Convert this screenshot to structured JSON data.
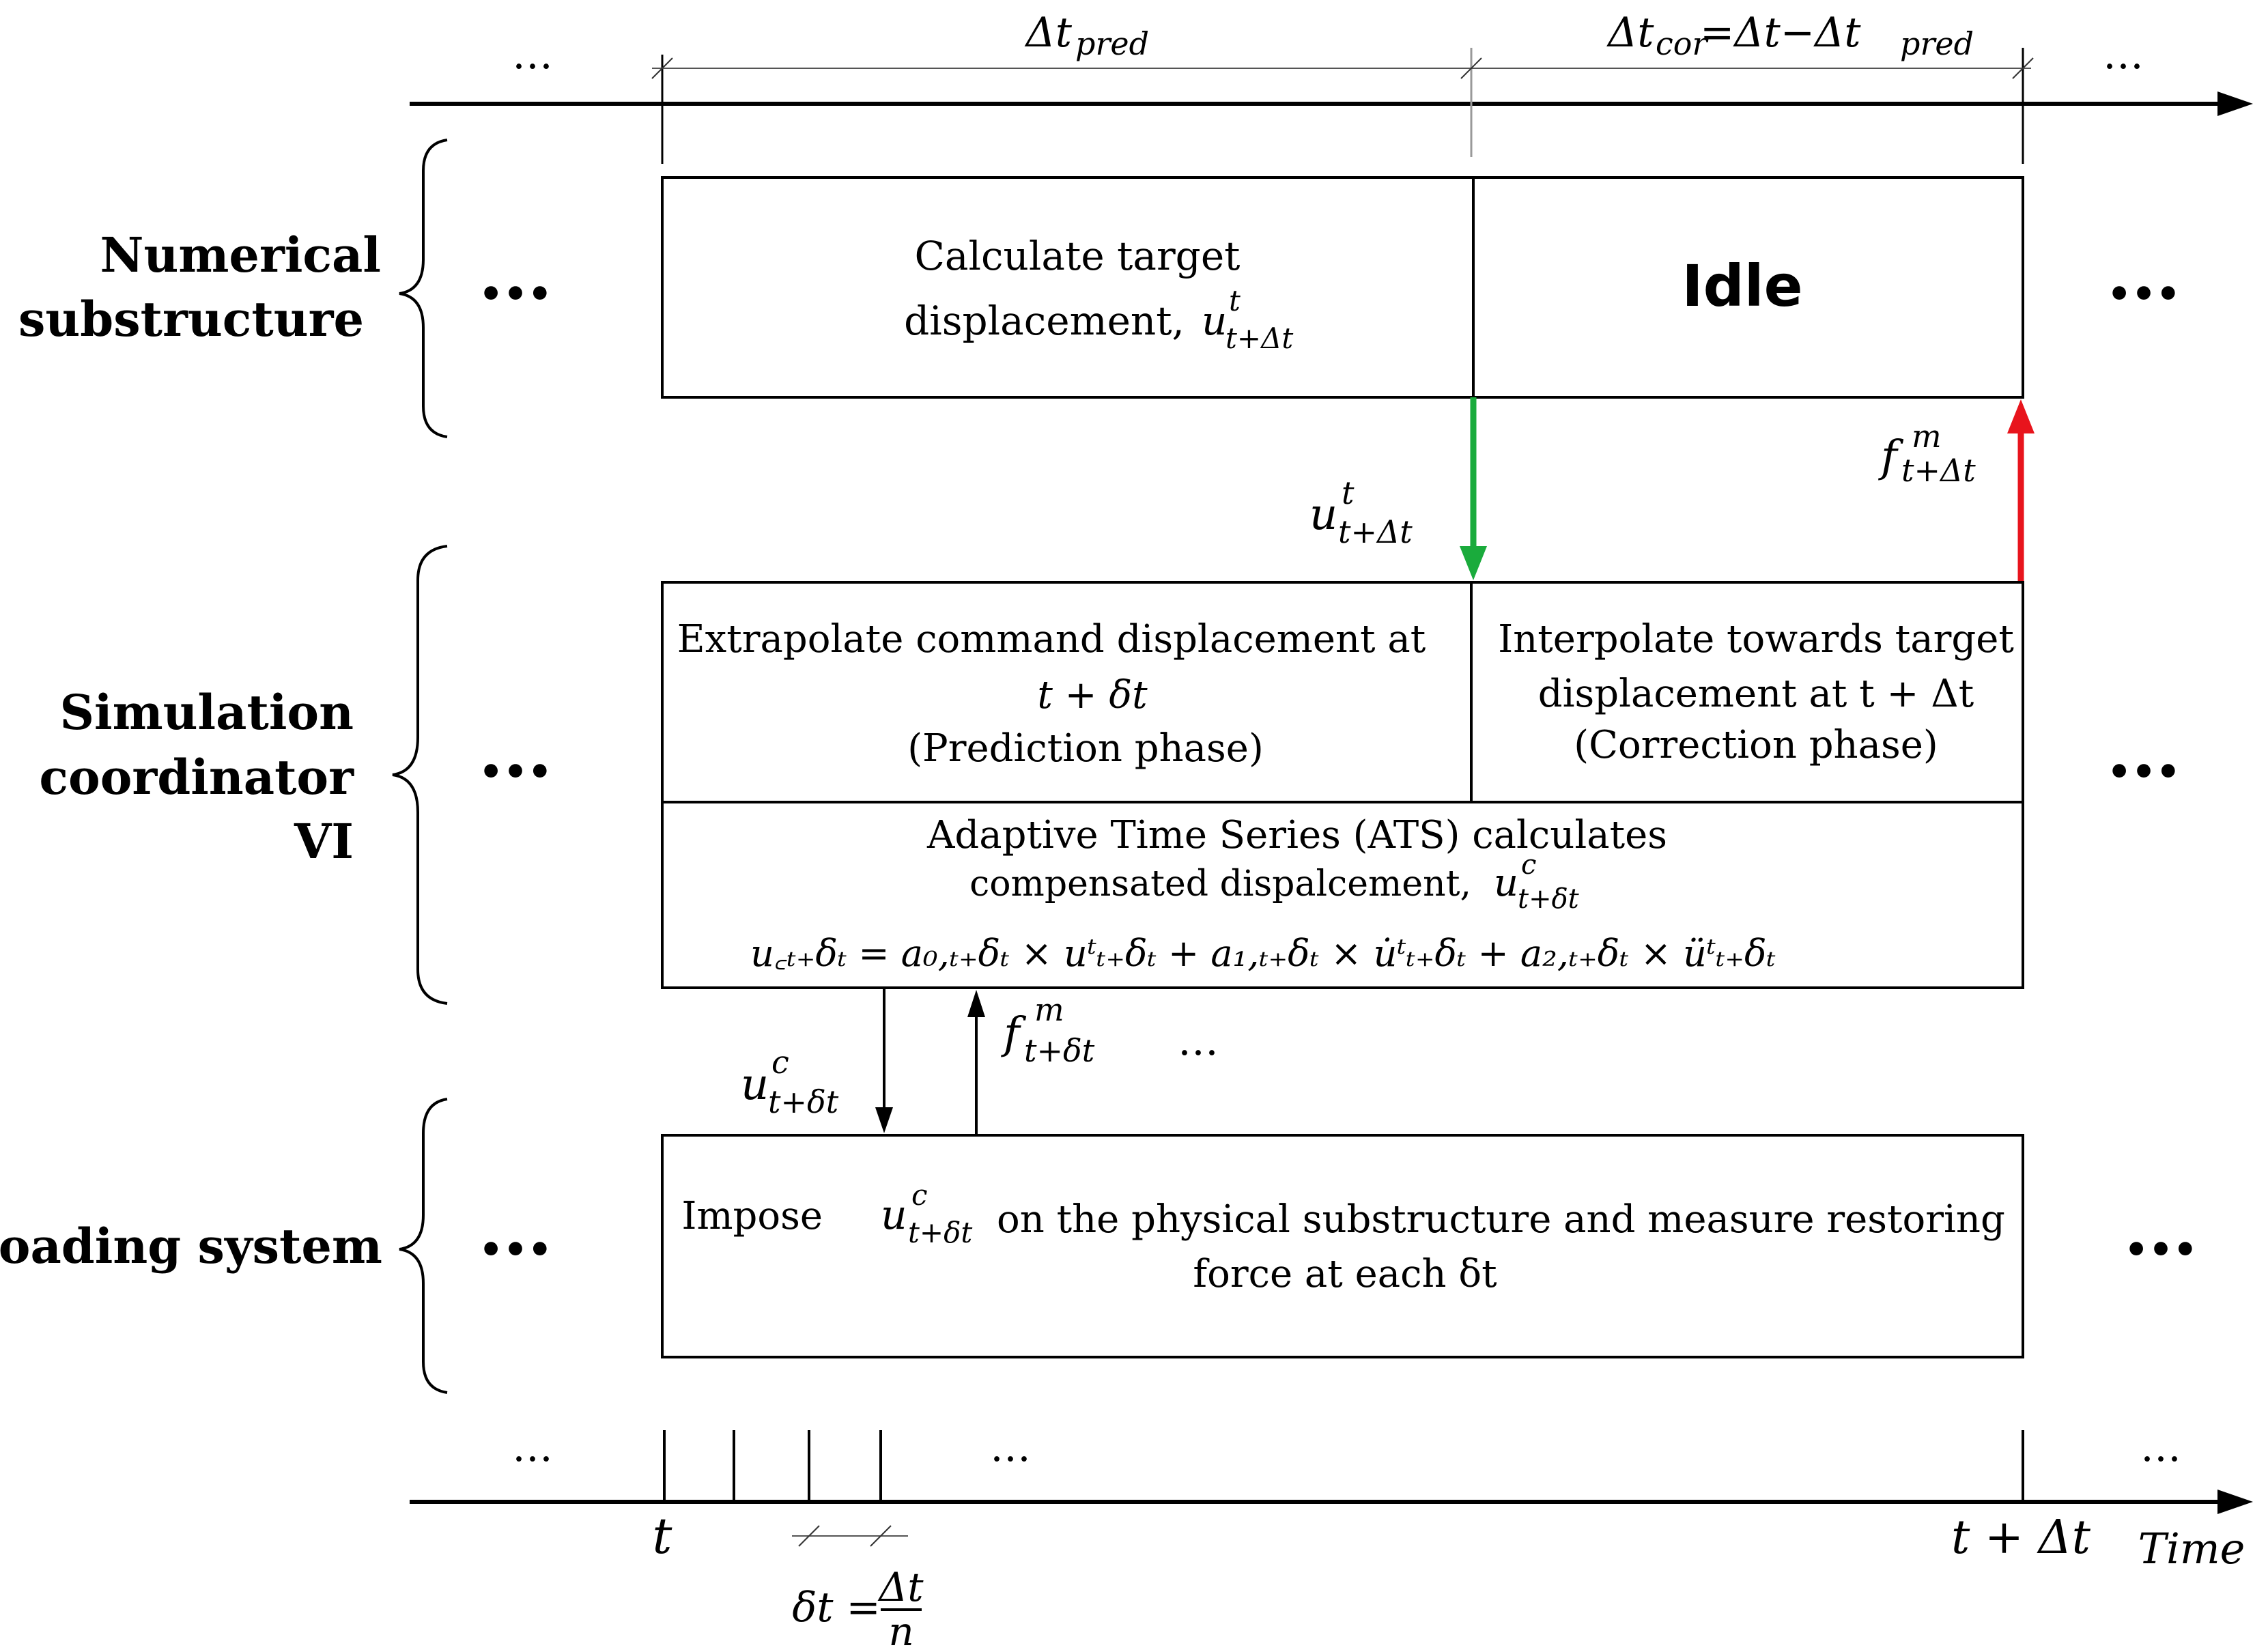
{
  "timeline_top": {
    "pred_label": "Δt",
    "pred_sub": "pred",
    "cor_label": "Δt",
    "cor_sub": "cor",
    "cor_eq": "=Δt−Δt",
    "cor_eq_sub": "pred",
    "ellipsis_left": "…",
    "ellipsis_right": "…"
  },
  "rows": {
    "numerical": {
      "line1": "Numerical",
      "line2": "substructure"
    },
    "coordinator": {
      "line1": "Simulation",
      "line2": "coordinator",
      "line3": "VI"
    },
    "loading": {
      "label": "Loading system"
    }
  },
  "ellipsis": "•••",
  "boxes": {
    "calc": {
      "line1": "Calculate  target",
      "line2": "displacement,",
      "var": "u",
      "sup": "t",
      "sub": "t+Δt"
    },
    "idle": {
      "label": "Idle"
    },
    "extrapolate": {
      "line1": "Extrapolate command displacement at",
      "line2": "t + δt",
      "line3": "(Prediction phase)"
    },
    "interpolate": {
      "line1": "Interpolate towards target",
      "line2": "displacement at  t + Δt",
      "line3": "(Correction phase)"
    },
    "ats": {
      "line1": "Adaptive Time Series (ATS) calculates",
      "line2": "compensated dispalcement,",
      "line2_var": "u",
      "line2_sup": "c",
      "line2_sub": "t+δt",
      "equation": "u꜀ₜ₊δₜ = a₀,ₜ₊δₜ × uᵗₜ₊δₜ + a₁,ₜ₊δₜ × u̇ᵗₜ₊δₜ + a₂,ₜ₊δₜ × üᵗₜ₊δₜ"
    },
    "impose": {
      "line1_a": "Impose",
      "line1_b": "on the physical substructure and measure restoring",
      "var": "u",
      "sup": "c",
      "sub": "t+δt",
      "line2": "force  at each δt"
    }
  },
  "arrows": {
    "green": {
      "var": "u",
      "sup": "t",
      "sub": "t+Δt",
      "color": "#1aab3c"
    },
    "red": {
      "var": "f",
      "sup": "m",
      "sub": "t+Δt",
      "color": "#e8141c"
    },
    "down": {
      "var": "u",
      "sup": "c",
      "sub": "t+δt"
    },
    "up": {
      "var": "f",
      "sup": "m",
      "sub": "t+δt"
    },
    "mid_ellipsis": "…"
  },
  "timeline_bottom": {
    "t_label": "t",
    "t_dt_label": "t + Δt",
    "time_label": "Time",
    "delta_label": "δt =",
    "frac_num": "Δt",
    "frac_den": "n",
    "ellipsis_left": "…",
    "ellipsis_mid": "…",
    "ellipsis_right": "…"
  }
}
